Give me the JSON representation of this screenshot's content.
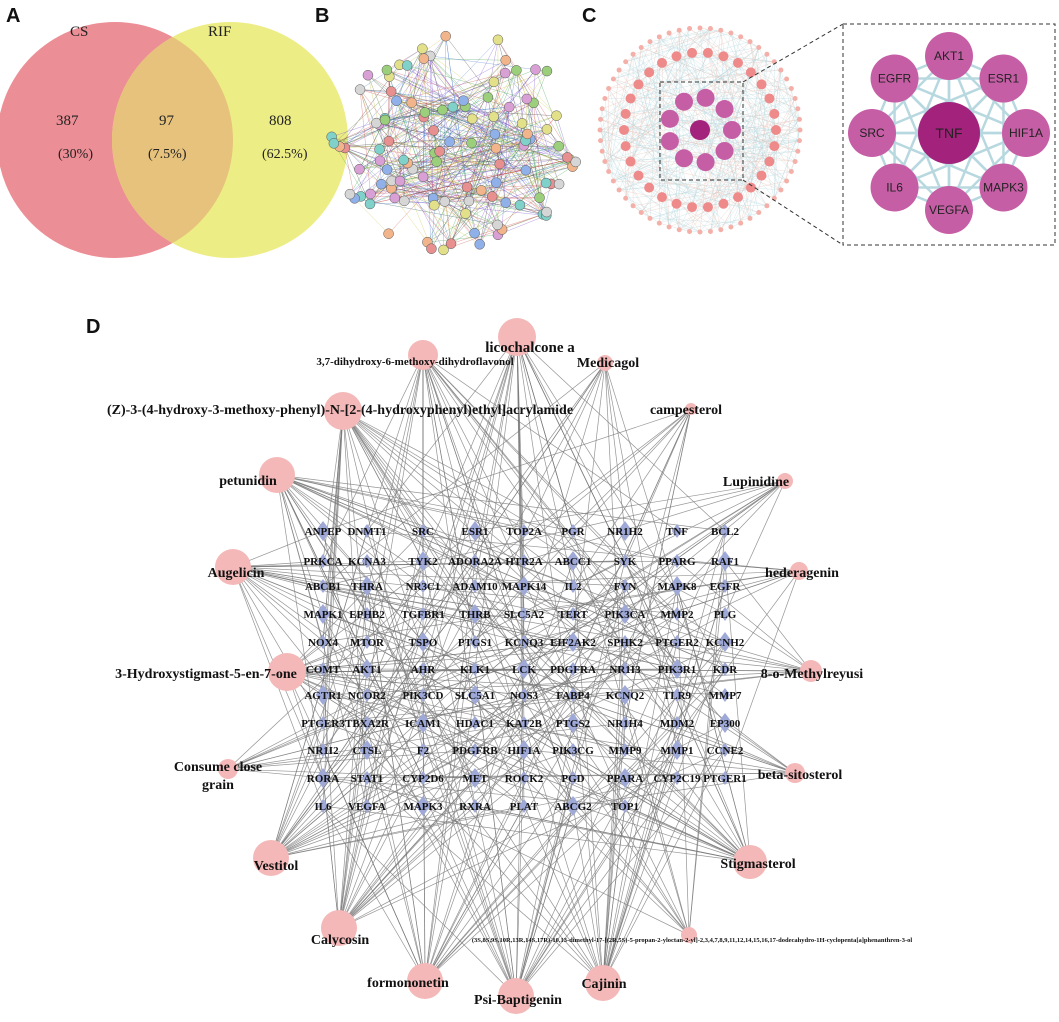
{
  "panels": {
    "a": "A",
    "b": "B",
    "c": "C",
    "d": "D"
  },
  "venn": {
    "left": {
      "label": "CS",
      "count": "387",
      "pct": "(30%)",
      "color": "#ec8e95"
    },
    "right": {
      "label": "RIF",
      "count": "808",
      "pct": "(62.5%)",
      "color": "#eded86"
    },
    "overlap": {
      "count": "97",
      "pct": "(7.5%)",
      "color": "#e6c27c"
    }
  },
  "hub": {
    "center": "TNF",
    "ring": [
      "AKT1",
      "ESR1",
      "HIF1A",
      "MAPK3",
      "VEGFA",
      "IL6",
      "SRC",
      "EGFR"
    ]
  },
  "compounds": [
    "licochalcone a",
    "3,7-dihydroxy-6-methoxy-dihydroflavonol",
    "Medicagol",
    "(Z)-3-(4-hydroxy-3-methoxy-phenyl)-N-[2-(4-hydroxyphenyl)ethyl]acrylamide",
    "campesterol",
    "petunidin",
    "Lupinidine",
    "Augelicin",
    "hederagenin",
    "3-Hydroxystigmast-5-en-7-one",
    "8-o-Methylreyusi",
    "Consume close",
    "grain",
    "beta-sitosterol",
    "Vestitol",
    "Stigmasterol",
    "Calycosin",
    "(3S,8S,9S,10R,13R,14S,17R)-10,13-dimethyl-17-[(2R,5S)-5-propan-2-yloctan-2-yl]-2,3,4,7,8,9,11,12,14,15,16,17-dodecahydro-1H-cyclopenta[a]phenanthren-3-ol",
    "formononetin",
    "Cajinin",
    "Psi-Baptigenin"
  ],
  "genes": [
    [
      "ANPEP",
      "DNMT1",
      "SRC",
      "ESR1",
      "TOP2A",
      "PGR",
      "NR1H2",
      "TNF",
      "BCL2"
    ],
    [
      "PRKCA",
      "KCNA3",
      "TYK2",
      "ADORA2A",
      "HTR2A",
      "ABCC1",
      "SYK",
      "PPARG",
      "RAF1"
    ],
    [
      "ABCB1",
      "THRA",
      "NR3C1",
      "ADAM10",
      "MAPK14",
      "IL2",
      "FYN",
      "MAPK8",
      "EGFR"
    ],
    [
      "MAPK1",
      "EPHB2",
      "TGFBR1",
      "THRB",
      "SLC5A2",
      "TERT",
      "PIK3CA",
      "MMP2",
      "PLG"
    ],
    [
      "NOX4",
      "MTOR",
      "TSPO",
      "PTGS1",
      "KCNQ3",
      "EIF2AK2",
      "SPHK2",
      "PTGER2",
      "KCNH2"
    ],
    [
      "COMT",
      "AKT1",
      "AHR",
      "KLK1",
      "LCK",
      "PDGFRA",
      "NR1I3",
      "PIK3R1",
      "KDR"
    ],
    [
      "AGTR1",
      "NCOR2",
      "PIK3CD",
      "SLC5A1",
      "NOS3",
      "FABP4",
      "KCNQ2",
      "TLR9",
      "MMP7"
    ],
    [
      "PTGER3",
      "TBXA2R",
      "ICAM1",
      "HDAC1",
      "KAT2B",
      "PTGS2",
      "NR1H4",
      "MDM2",
      "EP300"
    ],
    [
      "NR1I2",
      "CTSL",
      "F2",
      "PDGFRB",
      "HIF1A",
      "PIK3CG",
      "MMP9",
      "MMP1",
      "CCNE2"
    ],
    [
      "RORA",
      "STAT1",
      "CYP2D6",
      "MET",
      "ROCK2",
      "PGD",
      "PPARA",
      "CYP2C19",
      "PTGER1"
    ],
    [
      "IL6",
      "VEGFA",
      "MAPK3",
      "RXRA",
      "PLAT",
      "ABCG2",
      "TOP1"
    ]
  ],
  "colors": {
    "compound_node": "#f4b8b8",
    "gene_node": "#9fa9d8",
    "edge": "#7a7a7a",
    "hub_center": "#a3237c",
    "hub_ring": "#c65ea6",
    "ppi_small_node": "#ee8a8a",
    "ppi_edge": "#b8d8e0"
  }
}
